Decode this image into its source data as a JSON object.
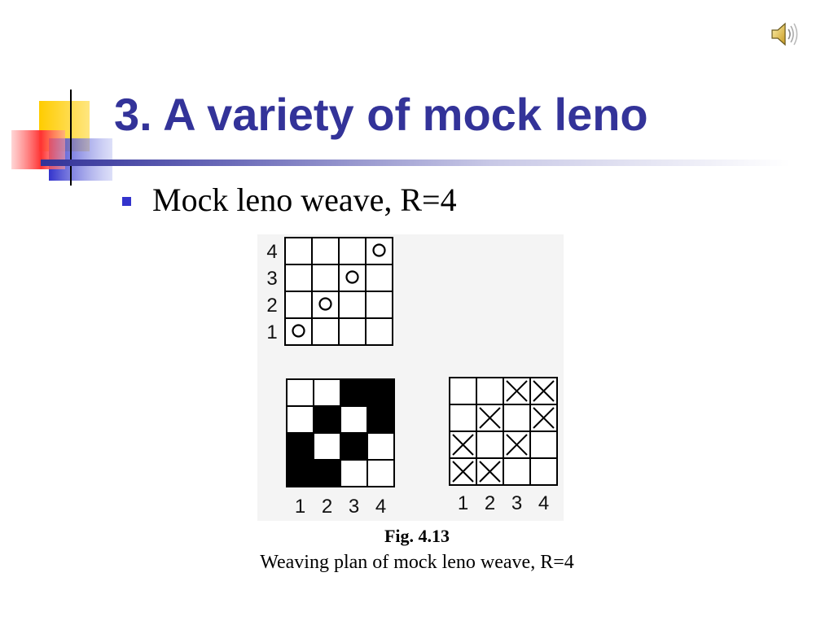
{
  "slide": {
    "title": "3. A variety of mock leno",
    "bullet": "Mock leno weave, R=4",
    "figure_label": "Fig. 4.13",
    "figure_caption": "Weaving plan of mock leno weave, R=4"
  },
  "icons": {
    "speaker": "speaker-icon",
    "bullet": "square-bullet"
  },
  "colors": {
    "title": "#333399",
    "bullet": "#3333cc",
    "deco_yellow": "#ffcc00",
    "deco_red": "#ff3333",
    "deco_blue": "#3333cc"
  },
  "diagram": {
    "drawing_plan": {
      "row_labels": [
        "4",
        "3",
        "2",
        "1"
      ],
      "marks": [
        [
          0,
          0,
          0,
          1
        ],
        [
          0,
          0,
          1,
          0
        ],
        [
          0,
          1,
          0,
          0
        ],
        [
          1,
          0,
          0,
          0
        ]
      ],
      "mark_symbol": "o"
    },
    "weave_pattern": {
      "column_labels": [
        "1",
        "2",
        "3",
        "4"
      ],
      "cells": [
        [
          0,
          0,
          1,
          1
        ],
        [
          0,
          1,
          0,
          1
        ],
        [
          1,
          0,
          1,
          0
        ],
        [
          1,
          1,
          0,
          0
        ]
      ]
    },
    "denting_plan": {
      "column_labels": [
        "1",
        "2",
        "3",
        "4"
      ],
      "marks": [
        [
          0,
          0,
          1,
          1
        ],
        [
          0,
          1,
          0,
          1
        ],
        [
          1,
          0,
          1,
          0
        ],
        [
          1,
          1,
          0,
          0
        ]
      ],
      "mark_symbol": "x"
    }
  }
}
